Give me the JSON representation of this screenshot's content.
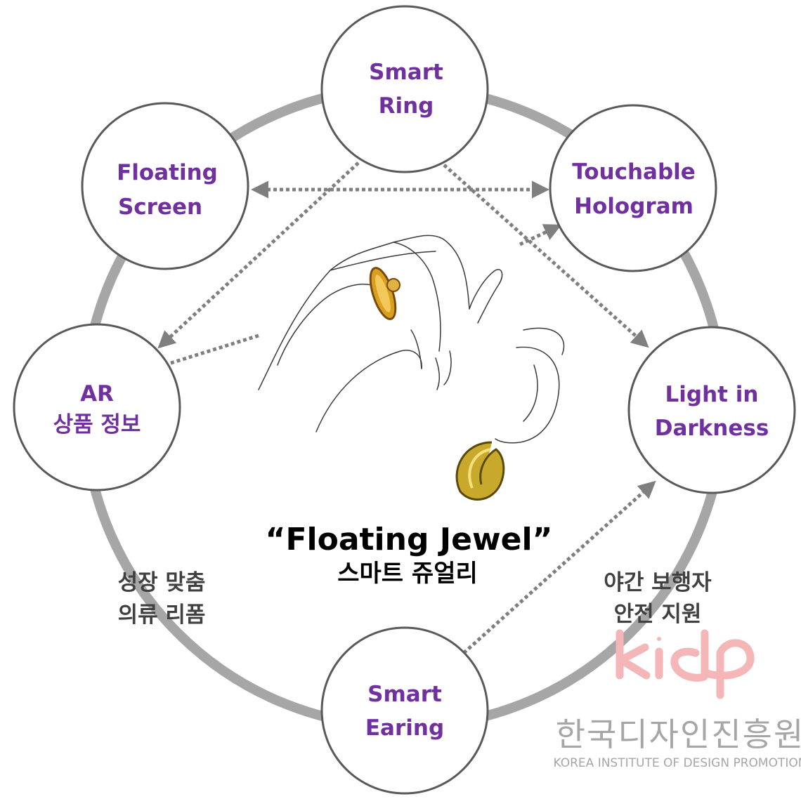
{
  "center": {
    "title": "“Floating Jewel”",
    "subtitle": "스마트 쥬얼리"
  },
  "nodes": {
    "smart_ring": [
      "Smart",
      "Ring"
    ],
    "touchable_hologram": [
      "Touchable",
      "Hologram"
    ],
    "light_in_darkness": [
      "Light in",
      "Darkness"
    ],
    "smart_earing": [
      "Smart",
      "Earing"
    ],
    "ar_product_info": [
      "AR",
      "상품 정보"
    ],
    "floating_screen": [
      "Floating",
      "Screen"
    ]
  },
  "annotations": {
    "left": [
      "성장 맞춤",
      "의류 리폼"
    ],
    "right": [
      "야간 보행자",
      "안전 지원"
    ]
  },
  "logo": {
    "wordmark": "kidp",
    "korean": "한국디자인진흥원",
    "english": "KOREA INSTITUTE OF DESIGN PROMOTION"
  },
  "colors": {
    "node_text": "#7030a0",
    "ring": "#a6a6a6",
    "arrow": "#7f7f7f",
    "logo_pink": "#f4b6b6",
    "logo_gray": "#a6a6a6"
  }
}
